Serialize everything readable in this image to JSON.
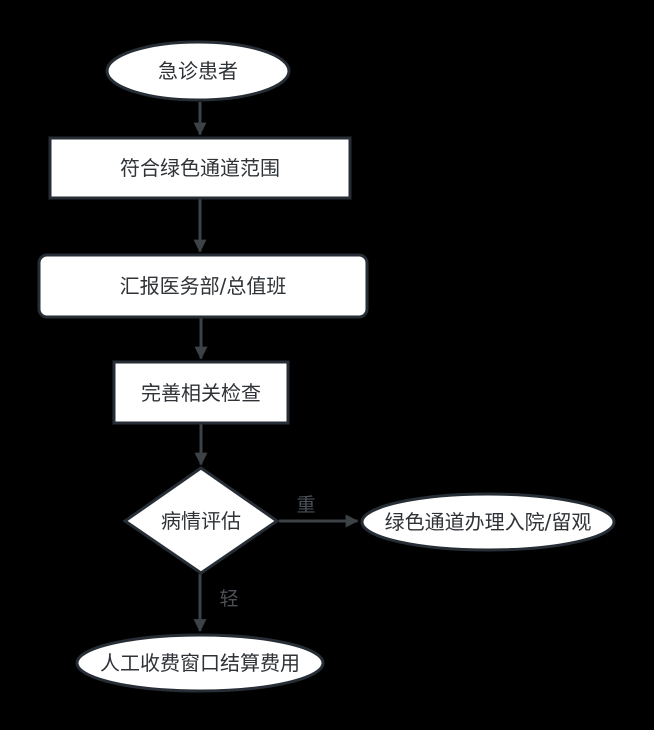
{
  "flowchart": {
    "nodes": [
      {
        "id": "start",
        "shape": "ellipse",
        "label": "急诊患者"
      },
      {
        "id": "scope",
        "shape": "rectangle",
        "label": "符合绿色通道范围"
      },
      {
        "id": "report",
        "shape": "rounded-rectangle",
        "label": "汇报医务部/总值班"
      },
      {
        "id": "exam",
        "shape": "rectangle",
        "label": "完善相关检查"
      },
      {
        "id": "assess",
        "shape": "diamond",
        "label": "病情评估"
      },
      {
        "id": "admit",
        "shape": "ellipse",
        "label": "绿色通道办理入院/留观"
      },
      {
        "id": "pay",
        "shape": "ellipse",
        "label": "人工收费窗口结算费用"
      }
    ],
    "edges": [
      {
        "from": "start",
        "to": "scope",
        "label": ""
      },
      {
        "from": "scope",
        "to": "report",
        "label": ""
      },
      {
        "from": "report",
        "to": "exam",
        "label": ""
      },
      {
        "from": "exam",
        "to": "assess",
        "label": ""
      },
      {
        "from": "assess",
        "to": "admit",
        "label": "重"
      },
      {
        "from": "assess",
        "to": "pay",
        "label": "轻"
      }
    ],
    "colors": {
      "background": "#000000",
      "node_fill": "#ffffff",
      "node_stroke": "#262d35",
      "node_text": "#2f3337",
      "edge_stroke": "#3d4247",
      "edge_label_text": "#4b5157"
    }
  }
}
